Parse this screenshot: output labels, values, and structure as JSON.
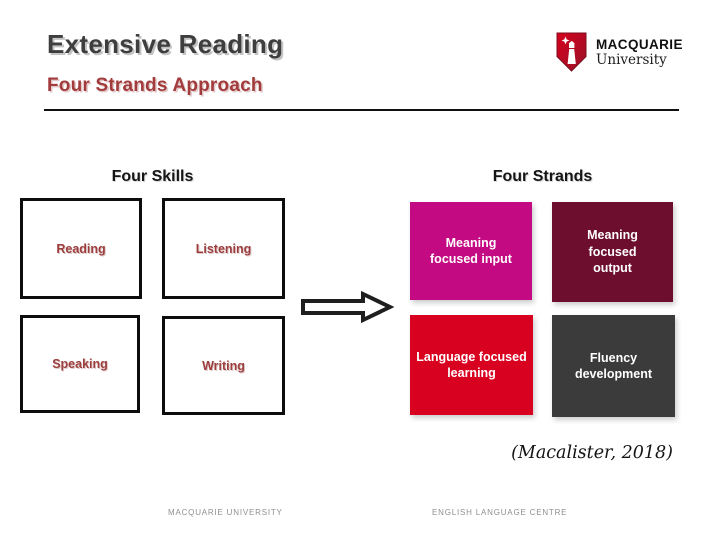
{
  "slide": {
    "title": "Extensive Reading",
    "subtitle": "Four Strands Approach",
    "citation": "(Macalister, 2018)",
    "footer_left": "MACQUARIE UNIVERSITY",
    "footer_right": "ENGLISH LANGUAGE CENTRE"
  },
  "logo": {
    "org": "MACQUARIE",
    "org_sub": "University",
    "shield_color": "#C8102E"
  },
  "skills": {
    "heading": "Four Skills",
    "items": [
      {
        "label": "Reading"
      },
      {
        "label": "Listening"
      },
      {
        "label": "Speaking"
      },
      {
        "label": "Writing"
      }
    ],
    "label_color": "#9C3E3E",
    "box_border_color": "#0D0D0D"
  },
  "strands": {
    "heading": "Four Strands",
    "text_color": "#FFFFFF",
    "items": [
      {
        "lines": [
          "Meaning",
          "focused input"
        ],
        "bg": "#C40A82",
        "style": "background:#C40A82"
      },
      {
        "lines": [
          "Meaning",
          "focused",
          "output"
        ],
        "bg": "#6E0E2E",
        "style": "background:#6E0E2E"
      },
      {
        "lines": [
          "Language focused",
          "learning"
        ],
        "bg": "#D90120",
        "style": "background:#D90120"
      },
      {
        "lines": [
          "Fluency",
          "development"
        ],
        "bg": "#3B3B3B",
        "style": "background:#3B3B3B"
      }
    ]
  },
  "colors": {
    "title_text": "#3E3E3E",
    "subtitle_text": "#A23C3C",
    "footer_text": "#8F8F8F",
    "rule": "#101010"
  }
}
